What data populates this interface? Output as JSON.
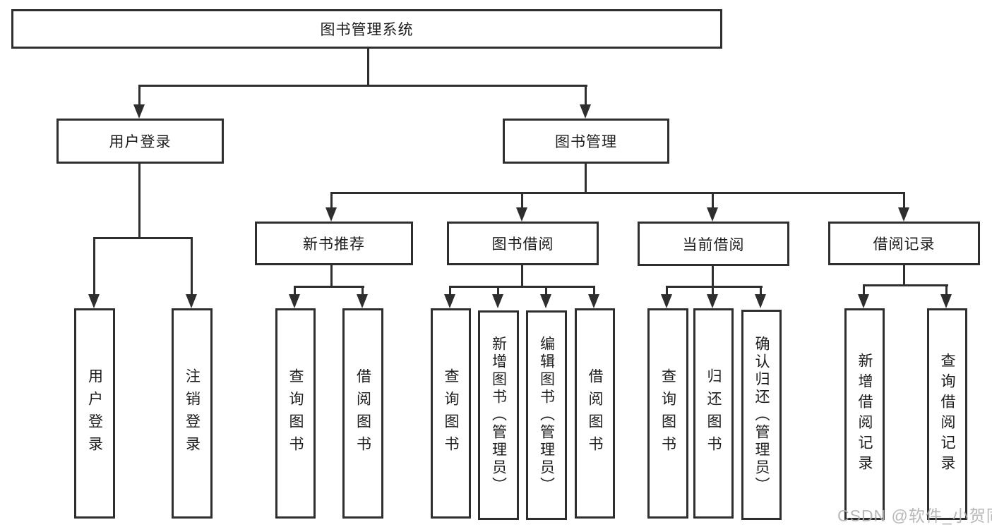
{
  "tree": {
    "label": "图书管理系统",
    "children": [
      {
        "label": "用户登录",
        "children": [
          {
            "label": "用户登录"
          },
          {
            "label": "注销登录"
          }
        ]
      },
      {
        "label": "图书管理",
        "children": [
          {
            "label": "新书推荐",
            "children": [
              {
                "label": "查询图书"
              },
              {
                "label": "借阅图书"
              }
            ]
          },
          {
            "label": "图书借阅",
            "children": [
              {
                "label": "查询图书"
              },
              {
                "label": "新增图书（管理员）"
              },
              {
                "label": "编辑图书（管理员）"
              },
              {
                "label": "借阅图书"
              }
            ]
          },
          {
            "label": "当前借阅",
            "children": [
              {
                "label": "查询图书"
              },
              {
                "label": "归还图书"
              },
              {
                "label": "确认归还（管理员）"
              }
            ]
          },
          {
            "label": "借阅记录",
            "children": [
              {
                "label": "新增借阅记录"
              },
              {
                "label": "查询借阅记录"
              }
            ]
          }
        ]
      }
    ]
  },
  "watermark": {
    "text": "CSDN @软件_小贺同学"
  },
  "colors": {
    "line": "#2e2e2e",
    "text": "#1c1c1c",
    "background": "#ffffff",
    "watermark": "#b0b0b0"
  }
}
